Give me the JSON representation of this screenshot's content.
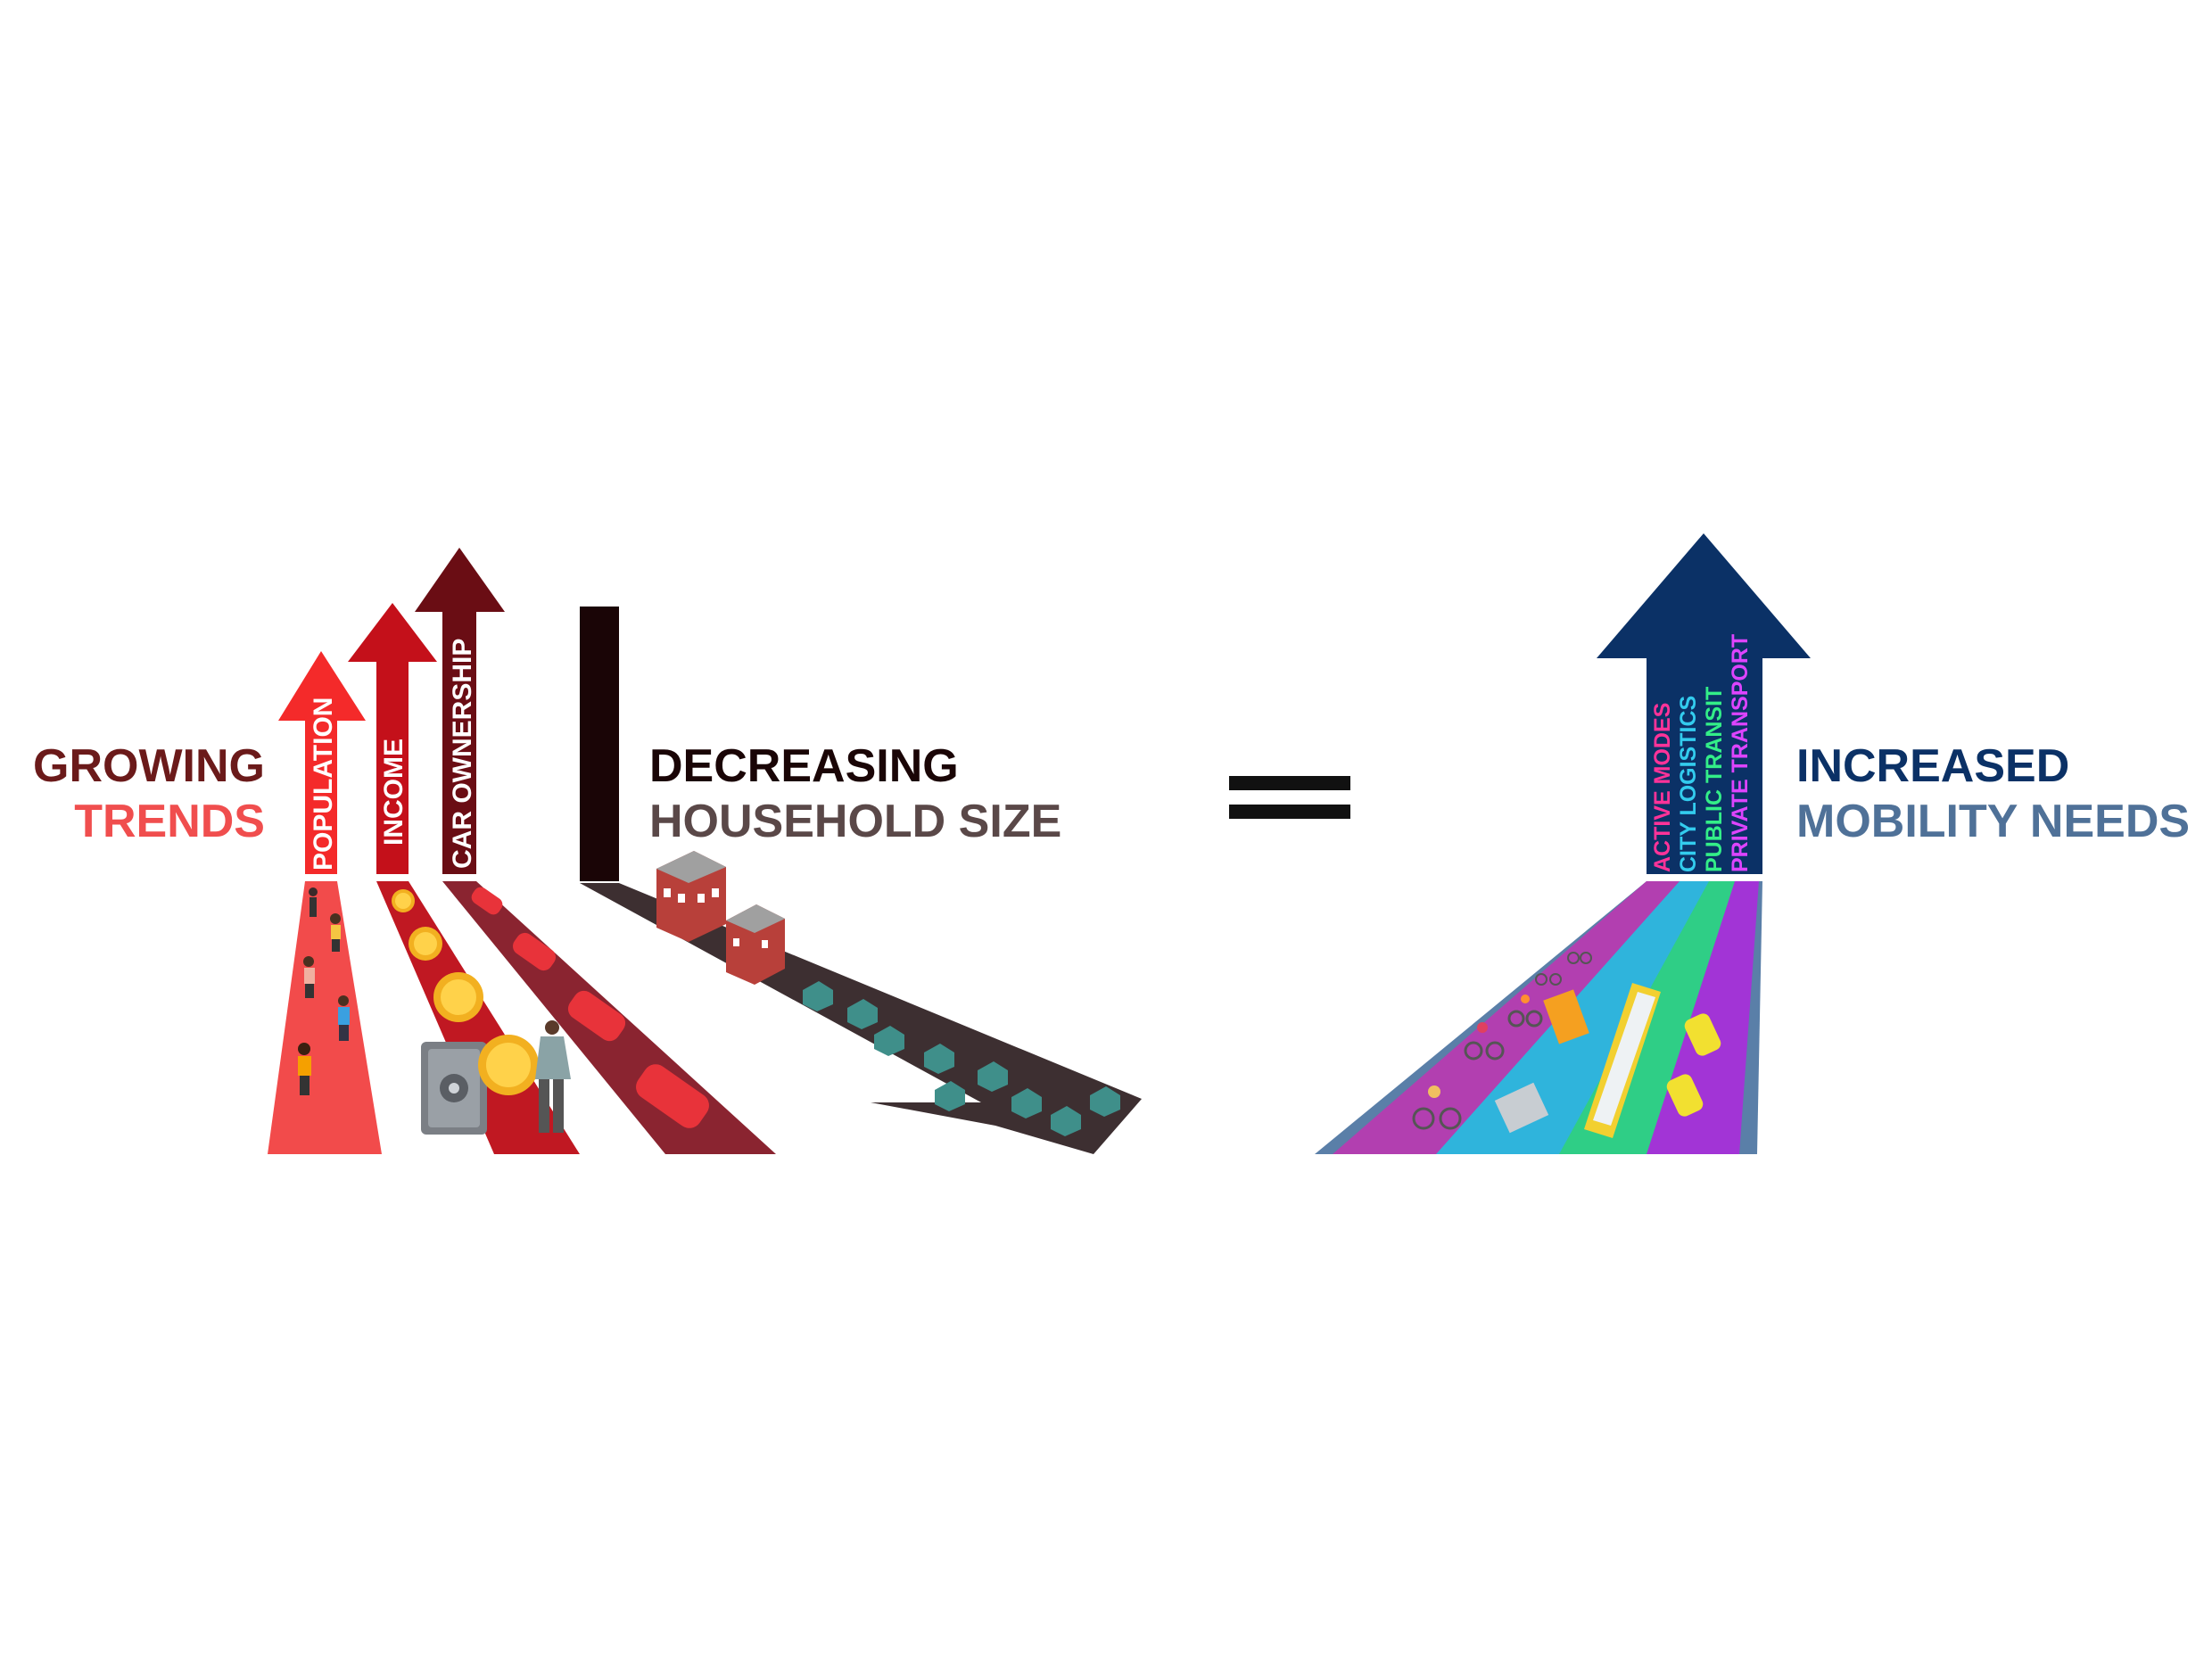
{
  "left_heading": {
    "line1": "GROWING",
    "line2": "TRENDS"
  },
  "growing_trends": [
    {
      "id": "population",
      "label": "POPULATION"
    },
    {
      "id": "income",
      "label": "INCOME"
    },
    {
      "id": "car_ownership",
      "label": "CAR OWNERSHIP"
    }
  ],
  "decreasing_heading": {
    "line1": "DECREASING",
    "line2": "HOUSEHOLD SIZE"
  },
  "equals_symbol": "=",
  "result_modes": [
    {
      "id": "active",
      "label": "ACTIVE MODES"
    },
    {
      "id": "logistics",
      "label": "CITY LOGISTICS"
    },
    {
      "id": "transit",
      "label": "PUBLIC TRANSIT"
    },
    {
      "id": "private",
      "label": "PRIVATE TRANSPORT"
    }
  ],
  "right_heading": {
    "line1": "INCREASED",
    "line2": "MOBILITY NEEDS"
  },
  "colors": {
    "growing": "#6b1a1a",
    "trends": "#f04e4e",
    "population": "#f42a2a",
    "income": "#c4101a",
    "car_ownership": "#6a0d14",
    "decreasing": "#1a0506",
    "household_size": "#5a4848",
    "household_road": "#3d2f31",
    "increased": "#0b3166",
    "mobility_needs": "#4f7198",
    "active": "#ff3399",
    "logistics": "#33ccee",
    "transit": "#33ee88",
    "private": "#dd44ff"
  }
}
